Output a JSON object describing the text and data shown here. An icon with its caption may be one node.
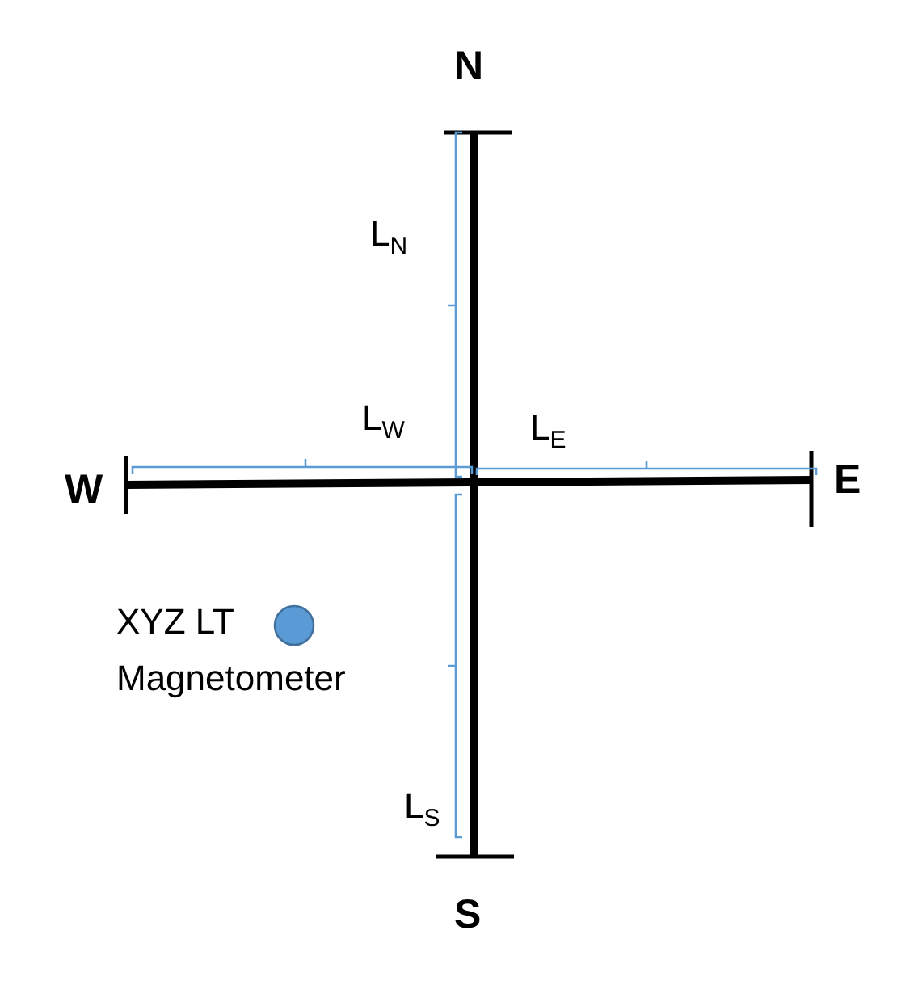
{
  "diagram": {
    "labels": [
      "N",
      "L$_{N}$",
      "L$_{W}$",
      "L$_{E}$",
      "W",
      "E",
      "XYZ LT Magnetometer",
      "L$_{S}$",
      "S"
    ]
  }
}
